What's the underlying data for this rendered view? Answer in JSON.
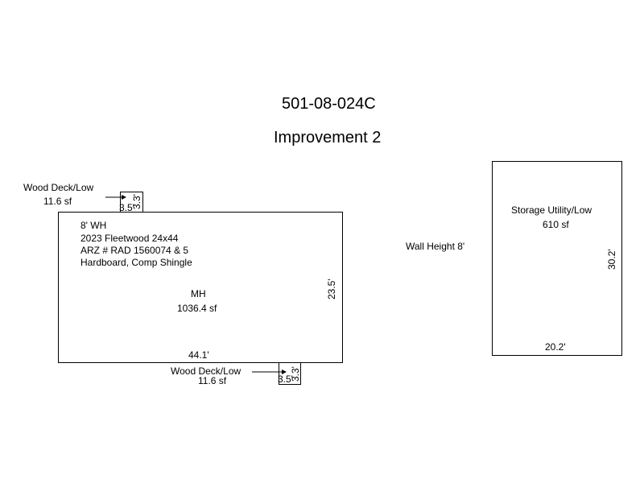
{
  "parcel_id": "501-08-024C",
  "improvement_title": "Improvement 2",
  "main_structure": {
    "wall_height": "8' WH",
    "model": "2023 Fleetwood 24x44",
    "arz": "ARZ # RAD 1560074 & 5",
    "materials": "Hardboard, Comp Shingle",
    "type": "MH",
    "area": "1036.4 sf",
    "width_label": "44.1'",
    "depth_label": "23.5'"
  },
  "deck_top": {
    "name": "Wood Deck/Low",
    "area": "11.6 sf",
    "width_label": "3.5'",
    "depth_label": "3.3'"
  },
  "deck_bottom": {
    "name": "Wood Deck/Low",
    "area": "11.6 sf",
    "width_label": "3.5'",
    "depth_label": "3.3'"
  },
  "storage": {
    "name": "Storage Utility/Low",
    "area": "610 sf",
    "width_label": "20.2'",
    "depth_label": "30.2'",
    "wall_height_note": "Wall Height 8'"
  }
}
